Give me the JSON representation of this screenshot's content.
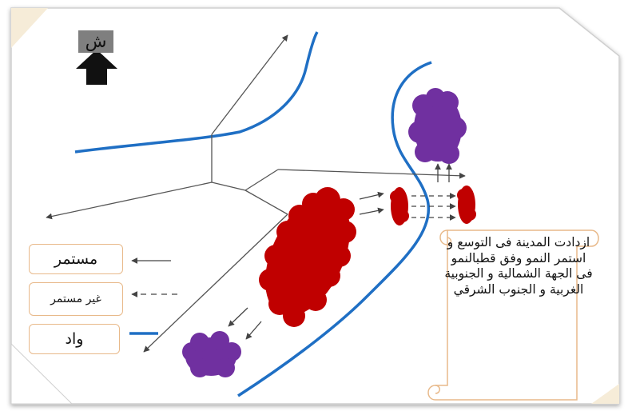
{
  "north": {
    "label": "ش"
  },
  "legend": {
    "continuous": "مستمر",
    "non_continuous": "غير مستمر",
    "valley": "واد"
  },
  "note": {
    "text": "ازدادت المدينة فى التوسع و استمر النمو وفق قطبالنمو فى الجهة الشمالية و الجنوبية الغربية و الجنوب الشرقي"
  },
  "colors": {
    "river": "#1f6fc4",
    "city": "#c00000",
    "new_growth": "#7030a0",
    "frame": "#f5ead8",
    "box_border": "#e8b98a"
  }
}
